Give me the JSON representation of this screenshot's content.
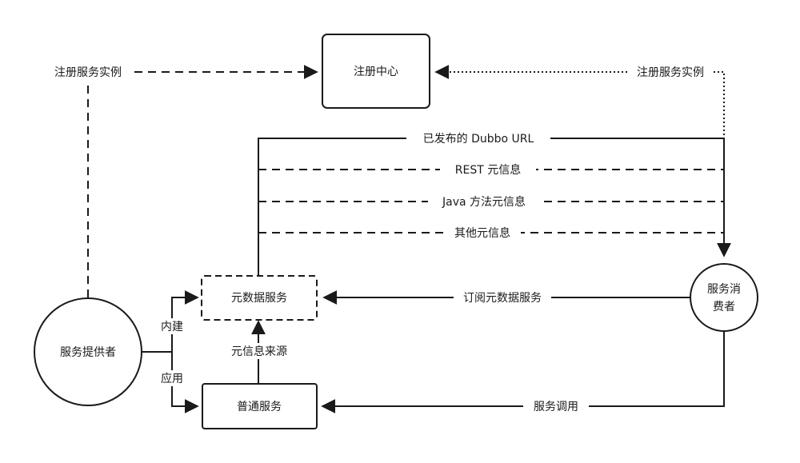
{
  "nodes": {
    "registry": "注册中心",
    "metadata_service": "元数据服务",
    "provider": "服务提供者",
    "normal_service": "普通服务",
    "consumer_line1": "服务消",
    "consumer_line2": "费者"
  },
  "edges": {
    "provider_register": "注册服务实例",
    "consumer_register": "注册服务实例",
    "published_dubbo_url": "已发布的 Dubbo URL",
    "rest_metadata": "REST 元信息",
    "java_method_metadata": "Java 方法元信息",
    "other_metadata": "其他元信息",
    "subscribe_metadata": "订阅元数据服务",
    "builtin": "内建",
    "application": "应用",
    "metadata_source": "元信息来源",
    "service_call": "服务调用"
  }
}
